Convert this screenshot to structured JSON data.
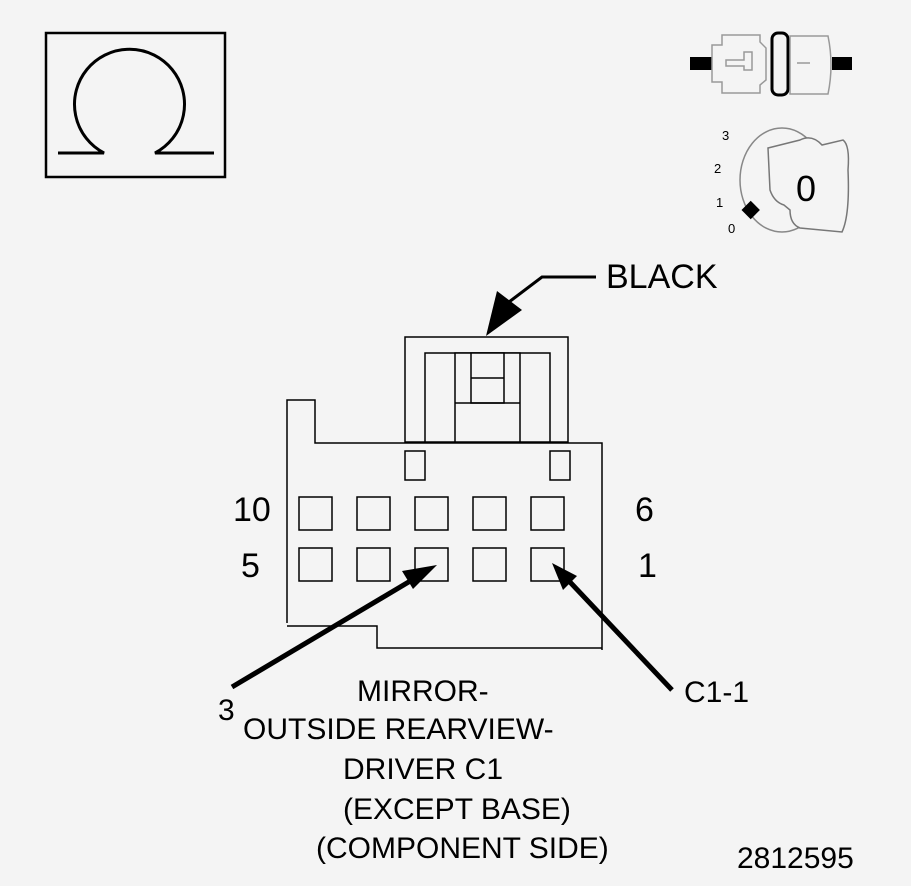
{
  "connector": {
    "color_label": "BLACK",
    "row_top": {
      "left": "10",
      "right": "6"
    },
    "row_bottom": {
      "left": "5",
      "right": "1"
    },
    "pin_callout_left": "3",
    "pin_callout_right": "C1-1",
    "pins_per_row": 5
  },
  "title": {
    "line1": "MIRROR-",
    "line2": "OUTSIDE REARVIEW-",
    "line3": "DRIVER C1",
    "line4": "(EXCEPT BASE)",
    "line5": "(COMPONENT SIDE)"
  },
  "figure_number": "2812595",
  "icons": {
    "ohm": "ohmmeter-symbol-icon",
    "connector": "connector-disconnected-icon",
    "ignition": "ignition-key-icon"
  },
  "ignition": {
    "positions": [
      "3",
      "2",
      "1",
      "0"
    ],
    "key_label": "0"
  }
}
